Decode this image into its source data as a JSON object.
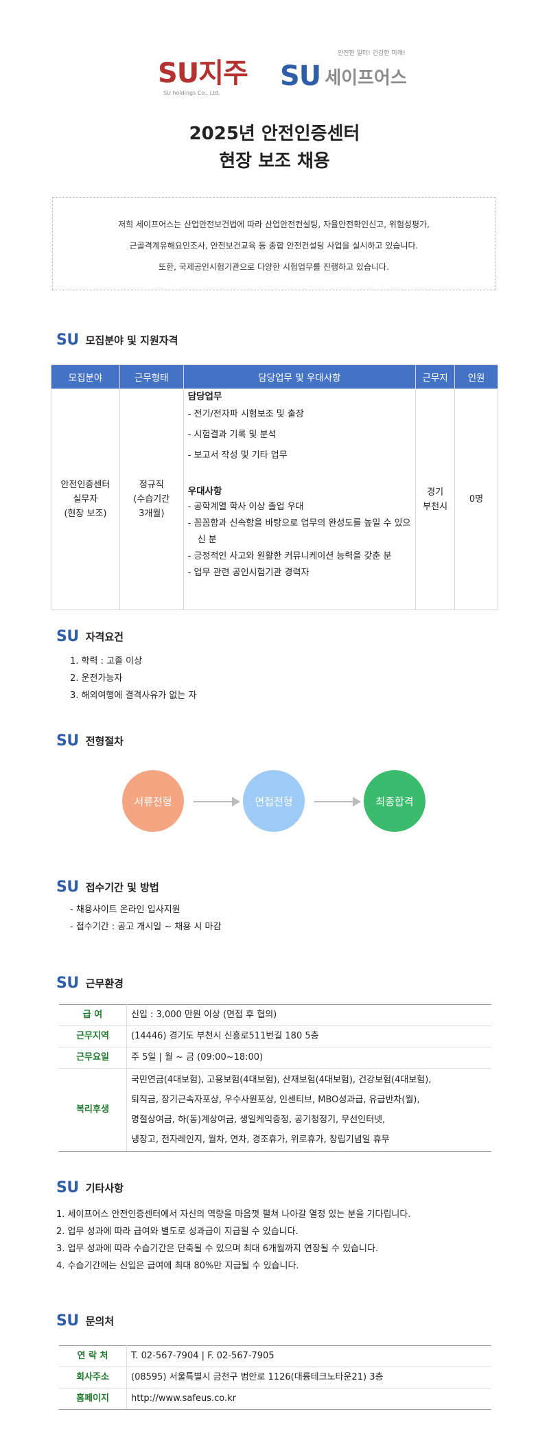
{
  "logos": {
    "suj_mark": "SU",
    "suj_kr": "지주",
    "suj_sub": "SU holdings Co., Ltd.",
    "safe_tag": "안전한 일터! 건강한 미래!",
    "safe_su": "SU",
    "safe_kr": "세이프어스"
  },
  "title": {
    "line1": "2025년 안전인증센터",
    "line2": "현장 보조 채용"
  },
  "intro": {
    "lines": [
      "저희 세이프어스는 산업안전보건법에 따라 산업안전컨설팅, 자율안전확인신고, 위험성평가,",
      "근골격계유해요인조사, 안전보건교육 등 종합 안전컨설팅 사업을 실시하고 있습니다.",
      "또한, 국제공인시험기관으로 다양한 시험업무를 진행하고 있습니다."
    ]
  },
  "sections": {
    "s1": {
      "su": "SU",
      "title": "모집분야 및 지원자격"
    },
    "s2": {
      "su": "SU",
      "title": "자격요건"
    },
    "s3": {
      "su": "SU",
      "title": "전형절차"
    },
    "s4": {
      "su": "SU",
      "title": "접수기간 및 방법"
    },
    "s5": {
      "su": "SU",
      "title": "근무환경"
    },
    "s6": {
      "su": "SU",
      "title": "기타사항"
    },
    "s7": {
      "su": "SU",
      "title": "문의처"
    }
  },
  "recruit_table": {
    "headers": [
      "모집분야",
      "근무형태",
      "담당업무 및 우대사항",
      "근무지",
      "인원"
    ],
    "field": [
      "안전인증센터",
      "실무자",
      "(현장 보조)"
    ],
    "type": [
      "정규직",
      "(수습기간",
      "3개월)"
    ],
    "duty_title": "담당업무",
    "duties": [
      "- 전기/전자파 시험보조 및 출장",
      "- 시험결과 기록 및 분석",
      "- 보고서 작성 및 기타 업무"
    ],
    "pref_title": "우대사항",
    "prefs": [
      "- 공학계열 학사 이상 졸업 우대",
      "- 꼼꼼함과 신속함을 바탕으로 업무의 완성도를 높일 수 있으신 분",
      "- 긍정적인 사고와 원활한 커뮤니케이션 능력을 갖춘 분",
      "- 업무 관련 공인시험기관 경력자"
    ],
    "location": [
      "경기",
      "부천시"
    ],
    "count": "0명"
  },
  "qualifications": [
    "1.  학력 : 고졸 이상",
    "2.  운전가능자",
    "3.  해외여행에 결격사유가 없는 자"
  ],
  "process": {
    "steps": [
      "서류전형",
      "면접전형",
      "최종합격"
    ],
    "colors": [
      "#f4a582",
      "#9ecbf5",
      "#3dbb6c"
    ]
  },
  "application": [
    "- 채용사이트 온라인 입사지원",
    "- 접수기간 : 공고 개시일 ~ 채용 시 마감"
  ],
  "work_env": [
    {
      "key": "급    여",
      "val": "신입 : 3,000 만원 이상 (면접 후 협의)"
    },
    {
      "key": "근무지역",
      "val": "(14446) 경기도 부천시 신흥로511번길 180 5층"
    },
    {
      "key": "근무요일",
      "val": "주 5일  |  월 ~ 금 (09:00~18:00)"
    },
    {
      "key": "복리후생",
      "lines": [
        "국민연금(4대보험), 고용보험(4대보험), 산재보험(4대보험), 건강보험(4대보험),",
        "퇴직금, 장기근속자포상, 우수사원포상, 인센티브, MBO성과급, 유급반차(월),",
        "명절상여금, 하(동)계상여금, 생일케익증정, 공기청정기, 무선인터넷,",
        "냉장고, 전자레인지, 월차, 연차, 경조휴가, 위로휴가, 창립기념일 휴무"
      ]
    }
  ],
  "etc": [
    "1.  세이프어스 안전인증센터에서 자신의 역량을 마음껏 펼쳐 나아갈 열정 있는 분을 기다립니다.",
    "2.  업무 성과에 따라 급여와 별도로 성과급이 지급될 수 있습니다.",
    "3.  업무 성과에 따라 수습기간은 단축될 수 있으며 최대 6개월까지 연장될 수 있습니다.",
    "4.  수습기간에는 신입은 급여에 최대 80%만 지급될 수 있습니다."
  ],
  "contact": [
    {
      "key": "연 락 처",
      "val": "T. 02-567-7904   |   F. 02-567-7905"
    },
    {
      "key": "회사주소",
      "val": "(08595) 서울특별시 금천구 범안로 1126(대륭테크노타운21) 3층"
    },
    {
      "key": "홈페이지",
      "val": "http://www.safeus.co.kr"
    }
  ],
  "colors": {
    "brand_blue": "#2f5ea8",
    "brand_red": "#b5312f",
    "header_blue": "#4472c4",
    "key_green": "#1f7a2e"
  }
}
